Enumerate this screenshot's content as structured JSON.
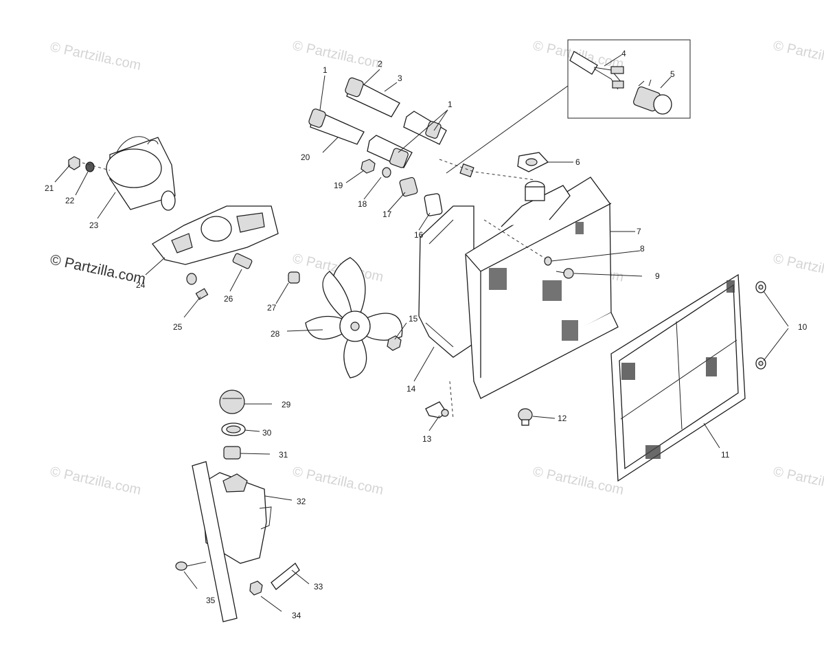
{
  "watermarks": {
    "faint": "© Partzilla.com",
    "main": "© Partzilla.com"
  },
  "callouts": [
    "1",
    "2",
    "3",
    "1",
    "4",
    "5",
    "6",
    "7",
    "8",
    "9",
    "10",
    "11",
    "12",
    "13",
    "14",
    "15",
    "16",
    "17",
    "18",
    "19",
    "20",
    "21",
    "22",
    "23",
    "24",
    "25",
    "26",
    "27",
    "28",
    "29",
    "30",
    "31",
    "32",
    "33",
    "34",
    "35"
  ]
}
